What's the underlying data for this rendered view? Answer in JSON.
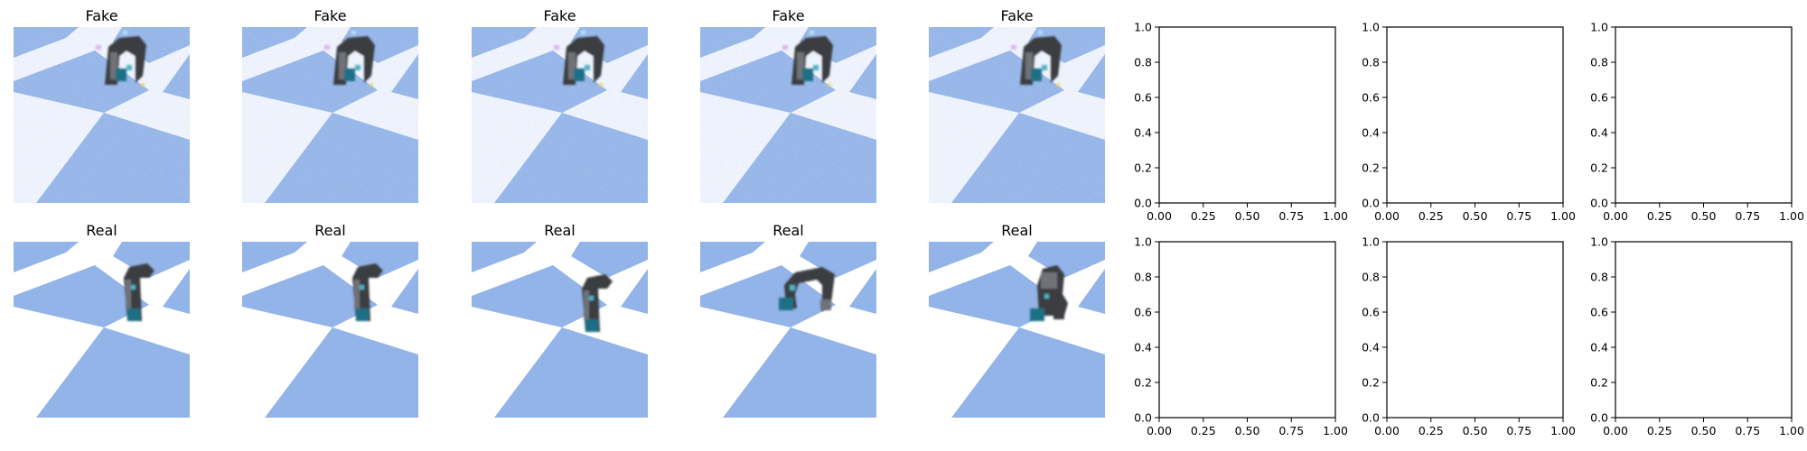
{
  "figure": {
    "image_titles": [
      "Fake",
      "Fake",
      "Fake",
      "Fake",
      "Fake",
      "Real",
      "Real",
      "Real",
      "Real",
      "Real"
    ],
    "image_rows": [
      "fake",
      "real"
    ],
    "empty_axes": {
      "x_ticks": [
        "0.00",
        "0.25",
        "0.50",
        "0.75",
        "1.00"
      ],
      "y_ticks": [
        "0.0",
        "0.2",
        "0.4",
        "0.6",
        "0.8",
        "1.0"
      ],
      "xlim": [
        0,
        1
      ],
      "ylim": [
        0,
        1
      ]
    }
  },
  "scene": {
    "floor_blue": "#93b4e8",
    "floor_white": "#ffffff",
    "fake_floor_white": "#f3f6fd",
    "robot_dark": "#3a3c40",
    "robot_gray": "#6f7278",
    "robot_teal": "#1f6f86",
    "robot_cyan": "#4fb3c9",
    "artifact_colors": [
      "#d9a7e6",
      "#f1d35b",
      "#b7f0ff"
    ]
  },
  "robot_poses": {
    "fake": [
      "folded-claw",
      "folded-claw",
      "folded-claw",
      "folded-claw",
      "folded-claw"
    ],
    "real": [
      "upright",
      "upright",
      "upright-low",
      "reaching-left",
      "lowered"
    ]
  }
}
